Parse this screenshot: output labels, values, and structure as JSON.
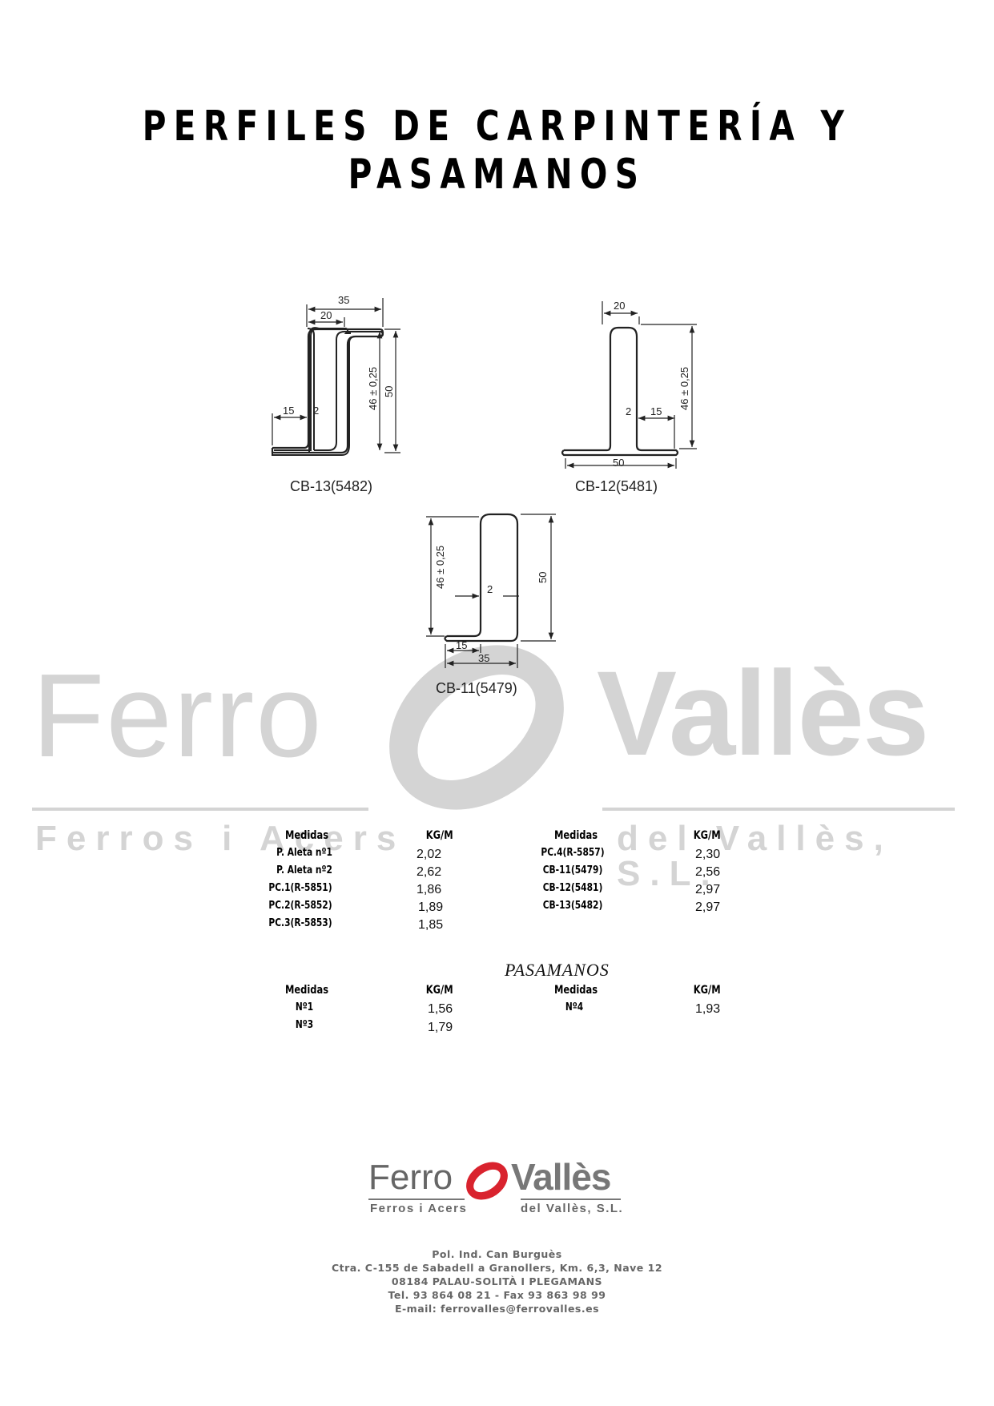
{
  "title": "PERFILES DE CARPINTERÍA Y PASAMANOS",
  "profiles": [
    {
      "label": "CB-13(5482)",
      "dims": [
        "35",
        "20",
        "15",
        "2",
        "46 ± 0,25",
        "50"
      ]
    },
    {
      "label": "CB-12(5481)",
      "dims": [
        "20",
        "2",
        "15",
        "46 ± 0,25",
        "50"
      ]
    },
    {
      "label": "CB-11(5479)",
      "dims": [
        "46 ± 0,25",
        "2",
        "50",
        "15",
        "35"
      ]
    }
  ],
  "watermark": {
    "ferro": "Ferro",
    "valles": "Vallès",
    "left_tag": "Ferros i Acers",
    "right_tag": "del Vallès, S.L."
  },
  "table1": {
    "header_name": "Medidas",
    "header_unit": "KG/M",
    "left": [
      {
        "name": "P. Aleta nº1",
        "value": "2,02"
      },
      {
        "name": "P. Aleta nº2",
        "value": "2,62"
      },
      {
        "name": "PC.1(R-5851)",
        "value": "1,86"
      },
      {
        "name": "PC.2(R-5852)",
        "value": "1,89"
      },
      {
        "name": "PC.3(R-5853)",
        "value": "1,85"
      }
    ],
    "right": [
      {
        "name": "PC.4(R-5857)",
        "value": "2,30"
      },
      {
        "name": "CB-11(5479)",
        "value": "2,56"
      },
      {
        "name": "CB-12(5481)",
        "value": "2,97"
      },
      {
        "name": "CB-13(5482)",
        "value": "2,97"
      }
    ]
  },
  "pasamanos": {
    "title": "PASAMANOS",
    "header_name": "Medidas",
    "header_unit": "KG/M",
    "left": [
      {
        "name": "Nº1",
        "value": "1,56"
      },
      {
        "name": "Nº3",
        "value": "1,79"
      }
    ],
    "right": [
      {
        "name": "Nº4",
        "value": "1,93"
      }
    ]
  },
  "footer": {
    "logo_ferro": "Ferro",
    "logo_valles": "Vallès",
    "logo_sub_left": "Ferros i Acers",
    "logo_sub_right": "del Vallès, S.L.",
    "address": [
      "Pol. Ind. Can Burguès",
      "Ctra. C-155 de Sabadell a Granollers, Km. 6,3, Nave 12",
      "08184 PALAU-SOLITÀ I PLEGAMANS",
      "Tel. 93 864 08 21 - Fax 93 863 98 99",
      "E-mail: ferrovalles@ferrovalles.es"
    ]
  },
  "colors": {
    "logo_red": "#d9232e",
    "watermark_gray": "#d4d4d4"
  }
}
